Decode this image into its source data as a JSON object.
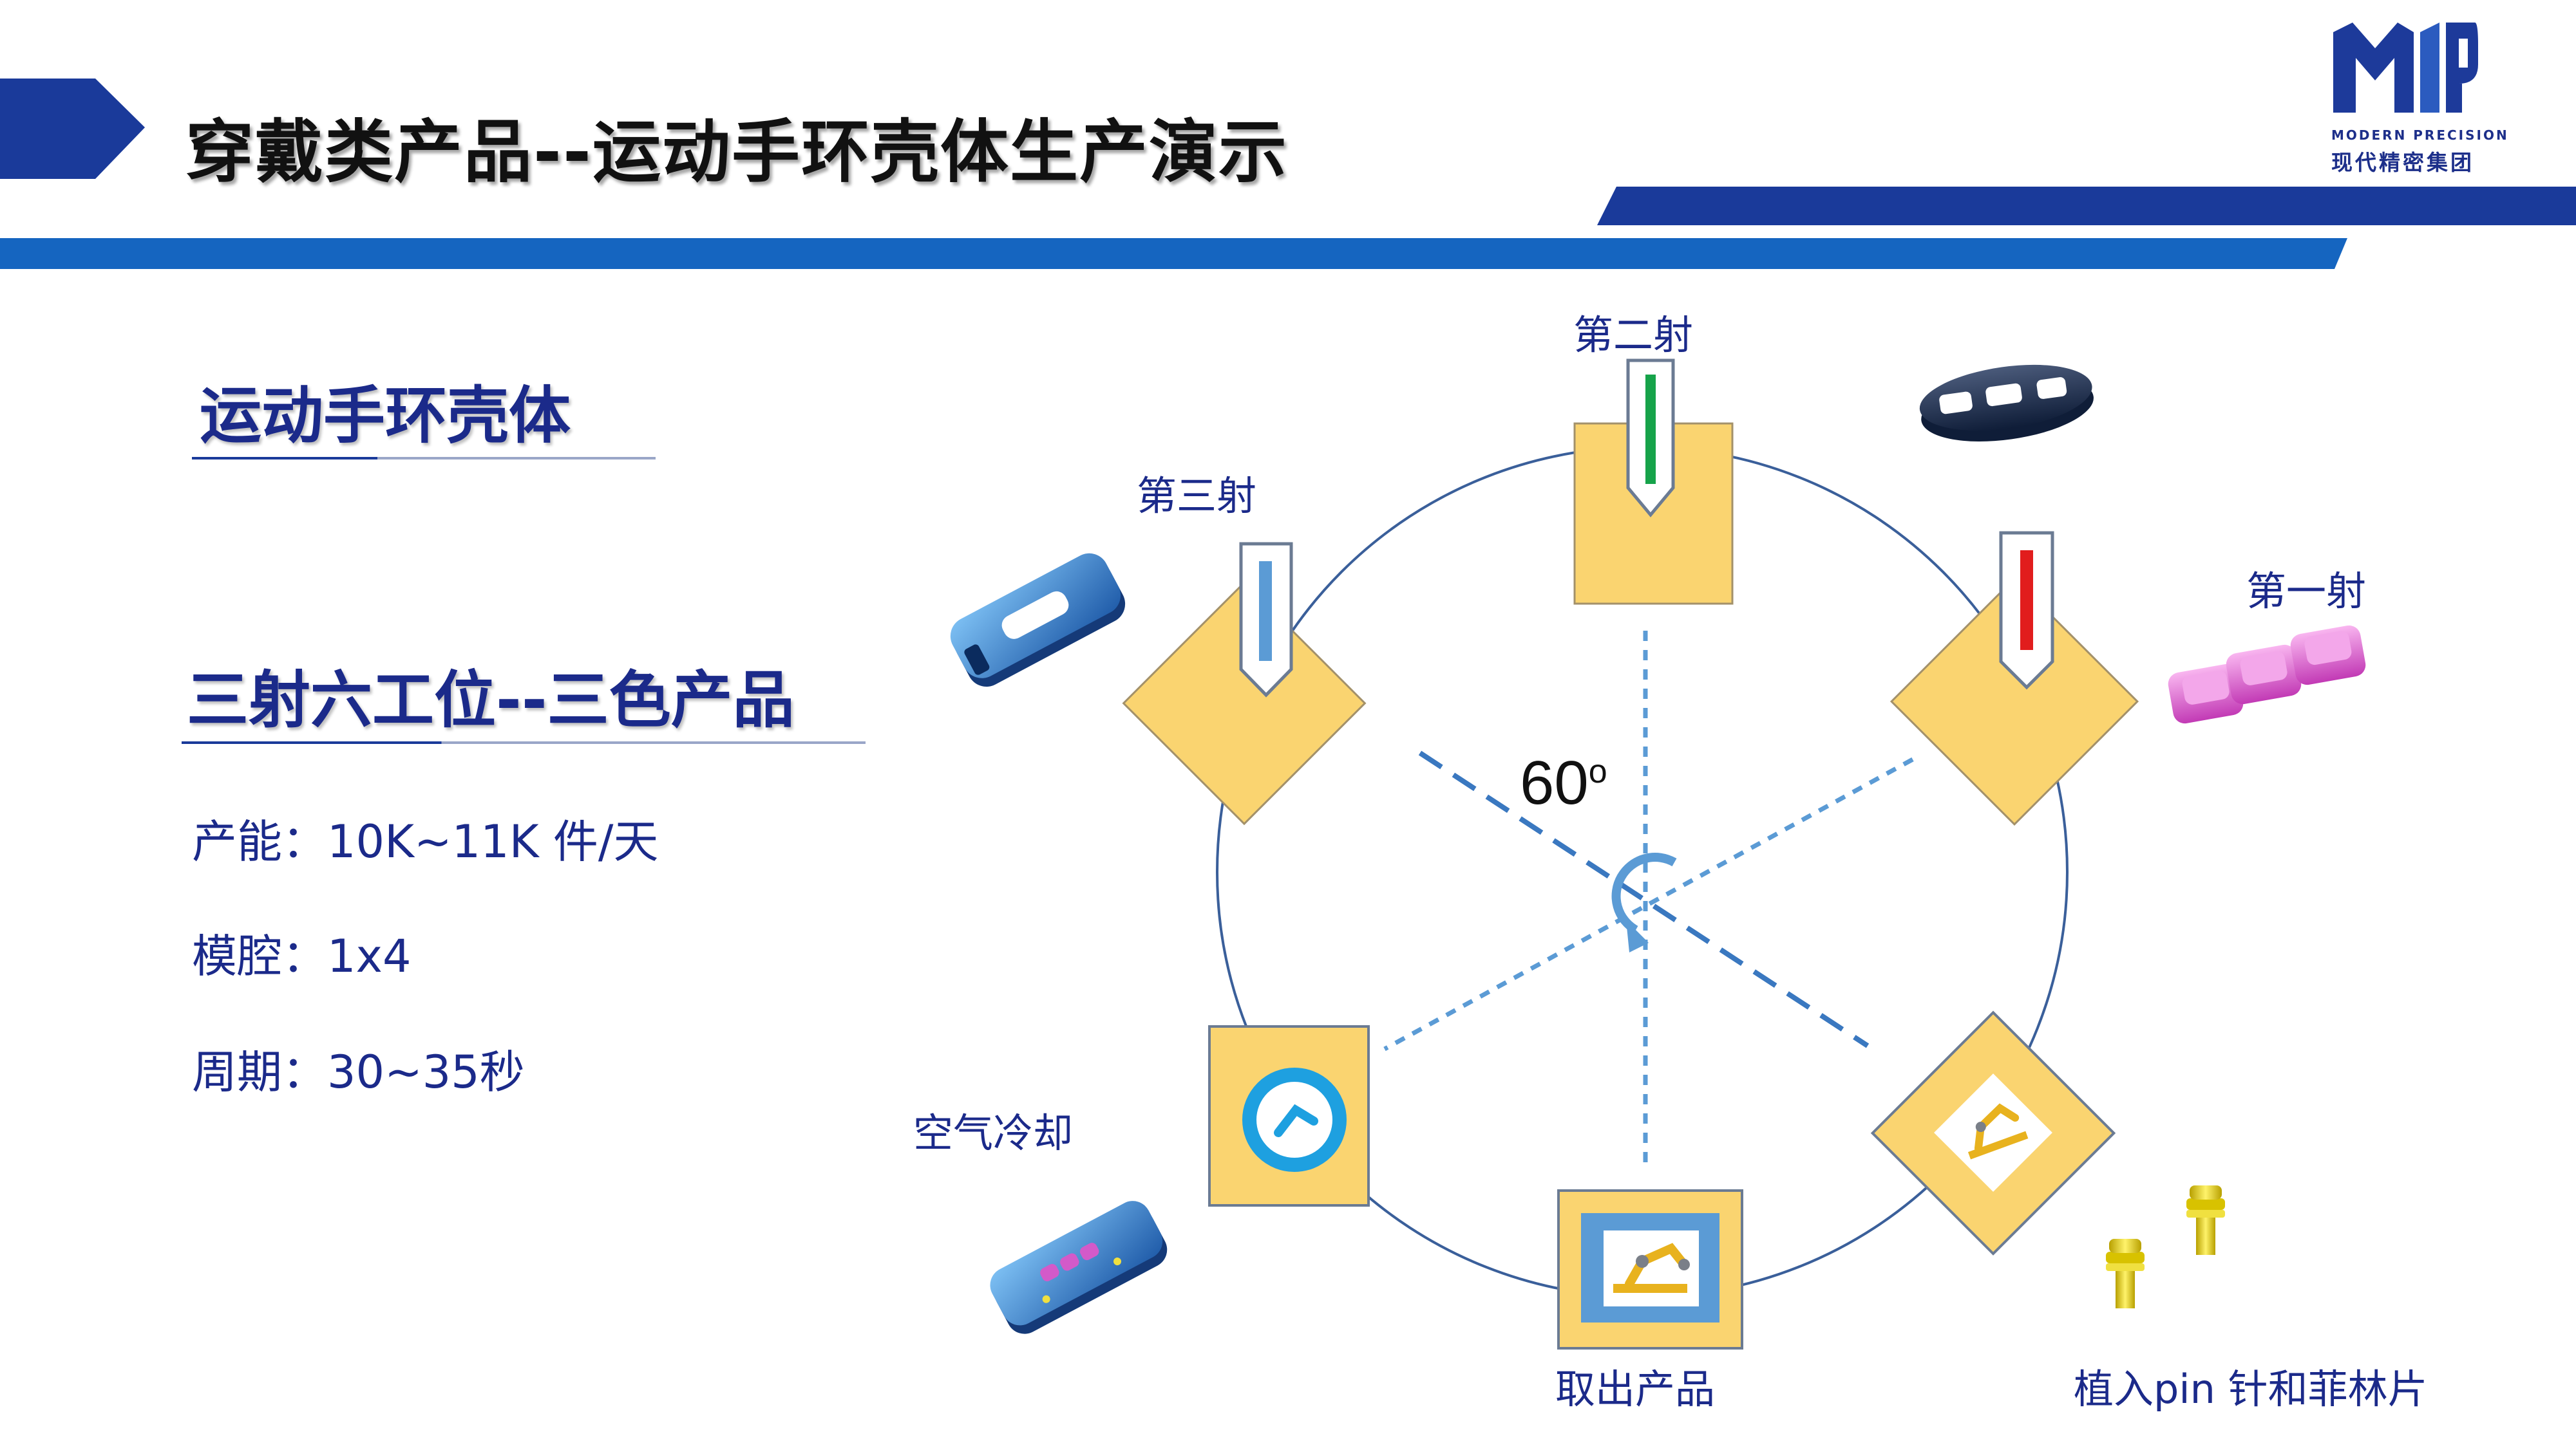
{
  "header": {
    "title": "穿戴类产品--运动手环壳体生产演示",
    "logo_en": "MODERN PRECISION",
    "logo_cn": "现代精密集团"
  },
  "left": {
    "section_title": "运动手环壳体",
    "subsection_title": "三射六工位--三色产品",
    "specs": [
      {
        "label": "产能：10K~11K 件/天"
      },
      {
        "label": "模腔：1x4"
      },
      {
        "label": "周期：30~35秒"
      }
    ]
  },
  "diagram": {
    "angle": "60",
    "angle_unit": "o",
    "stations": {
      "shot_one": "第一射",
      "shot_two": "第二射",
      "shot_three": "第三射",
      "air_cooling": "空气冷却",
      "take_out": "取出产品",
      "insert_pin": "植入pin 针和菲林片"
    }
  },
  "colors": {
    "brand_blue": "#1a3a9a",
    "band_blue": "#1565c0",
    "station_yellow": "#fad470",
    "nozzle_green": "#16a34a",
    "nozzle_red": "#e11d1d",
    "nozzle_blue": "#5b9bd5",
    "circle_line": "#3a5f9a"
  }
}
